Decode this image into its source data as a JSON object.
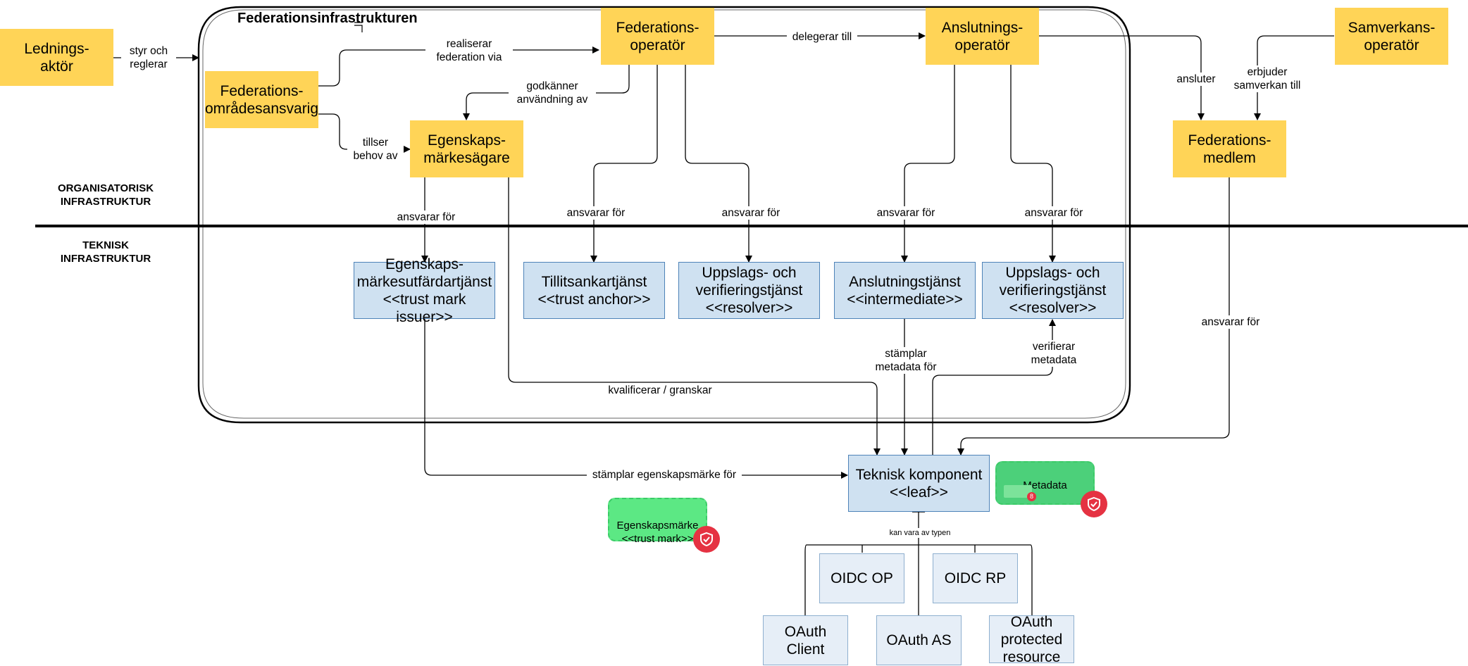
{
  "diagram": {
    "title": "Federationsinfrastrukturen",
    "sections": {
      "organizational": "ORGANISATORISK\nINFRASTRUKTUR",
      "technical": "TEKNISK\nINFRASTRUKTUR"
    },
    "org_nodes": {
      "ledningsaktor": "Lednings-\naktör",
      "omradesansvarig": "Federations-\nområdesansvarig",
      "fed_operator": "Federations-\noperatör",
      "egenskapsmarkesagare": "Egenskaps-\nmärkesägare",
      "anslutningsoperator": "Anslutnings-\noperatör",
      "samverkansoperator": "Samverkans-\noperatör",
      "fed_medlem": "Federations-\nmedlem"
    },
    "tech_nodes": {
      "trust_mark_issuer": "Egenskaps-\nmärkesutfärdartjänst\n<<trust mark issuer>>",
      "trust_anchor": "Tillitsankartjänst\n<<trust anchor>>",
      "resolver_1": "Uppslags- och\nverifieringstjänst\n<<resolver>>",
      "intermediate": "Anslutningstjänst\n<<intermediate>>",
      "resolver_2": "Uppslags- och\nverifieringstjänst\n<<resolver>>",
      "leaf": "Teknisk komponent\n<<leaf>>"
    },
    "leaf_types": {
      "oidc_op": "OIDC OP",
      "oidc_rp": "OIDC RP",
      "oauth_client": "OAuth Client",
      "oauth_as": "OAuth AS",
      "oauth_pr": "OAuth\nprotected\nresource"
    },
    "badges": {
      "metadata": "Metadata",
      "metadata_mini": "8",
      "trust_mark": "Egenskapsmärke\n<<trust mark>>"
    },
    "edge_labels": {
      "styr_och_reglerar": "styr och\nreglerar",
      "realiserar": "realiserar\nfederation via",
      "delegerar": "delegerar till",
      "godkanner": "godkänner\nanvändning av",
      "tillser": "tillser\nbehov av",
      "ansluter": "ansluter",
      "erbjuder": "erbjuder\nsamverkan till",
      "ansvarar_tmi": "ansvarar för",
      "ansvarar_ta": "ansvarar för",
      "ansvarar_res1": "ansvarar för",
      "ansvarar_int": "ansvarar för",
      "ansvarar_res2": "ansvarar för",
      "ansvarar_medlem": "ansvarar för",
      "stamplar_metadata": "stämplar\nmetadata för",
      "verifierar": "verifierar\nmetadata",
      "kvalificerar": "kvalificerar / granskar",
      "stamplar_egenskapsmarke": "stämplar egenskapsmärke för",
      "kan_vara": "kan vara av typen"
    },
    "colors": {
      "org_fill": "#FFD457",
      "tech_fill": "#CFE1F1",
      "tech_border": "#4E83B8",
      "sub_fill": "#E6EEF7",
      "badge_green": "#4CD07A",
      "seal_red": "#E53242"
    }
  }
}
